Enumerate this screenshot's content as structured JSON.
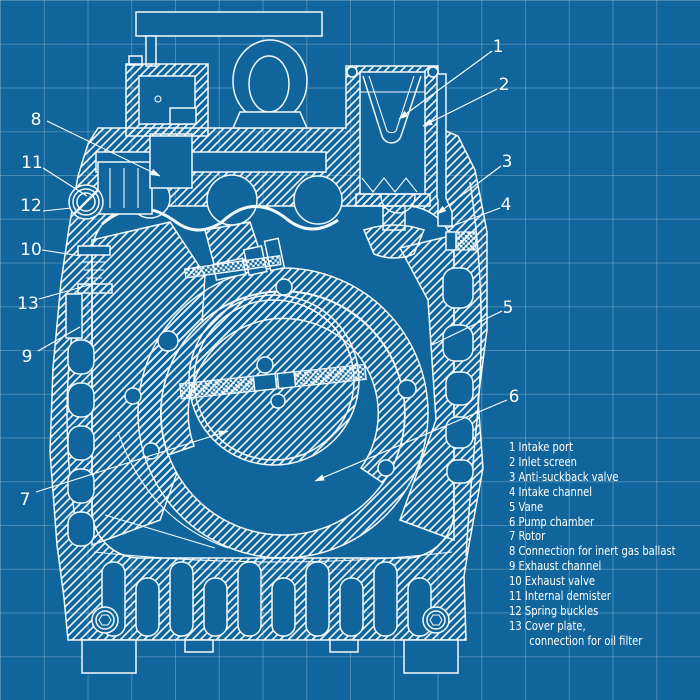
{
  "colors": {
    "background": "#0f659c",
    "grid_line": "#4f8fb8",
    "linework": "#f3f9fc",
    "text": "#ffffff"
  },
  "callouts": [
    {
      "number": "1",
      "label": "Intake port"
    },
    {
      "number": "2",
      "label": "Inlet screen"
    },
    {
      "number": "3",
      "label": "Anti-suckback valve"
    },
    {
      "number": "4",
      "label": "Intake channel"
    },
    {
      "number": "5",
      "label": "Vane"
    },
    {
      "number": "6",
      "label": "Pump chamber"
    },
    {
      "number": "7",
      "label": "Rotor"
    },
    {
      "number": "8",
      "label": "Connection for inert gas ballast"
    },
    {
      "number": "9",
      "label": "Exhaust channel"
    },
    {
      "number": "10",
      "label": "Exhaust valve"
    },
    {
      "number": "11",
      "label": "Internal demister"
    },
    {
      "number": "12",
      "label": "Spring buckles"
    },
    {
      "number": "13",
      "label": "Cover plate, connection for oil filter"
    }
  ],
  "legend": {
    "lines": [
      "1 Intake port",
      "2 Inlet screen",
      "3 Anti-suckback valve",
      "4 Intake channel",
      "5 Vane",
      "6 Pump chamber",
      "7 Rotor",
      "8 Connection for inert gas ballast",
      "9 Exhaust channel",
      "10 Exhaust valve",
      "11 Internal demister",
      "12 Spring buckles",
      "13 Cover plate,",
      "connection for oil filter"
    ]
  }
}
